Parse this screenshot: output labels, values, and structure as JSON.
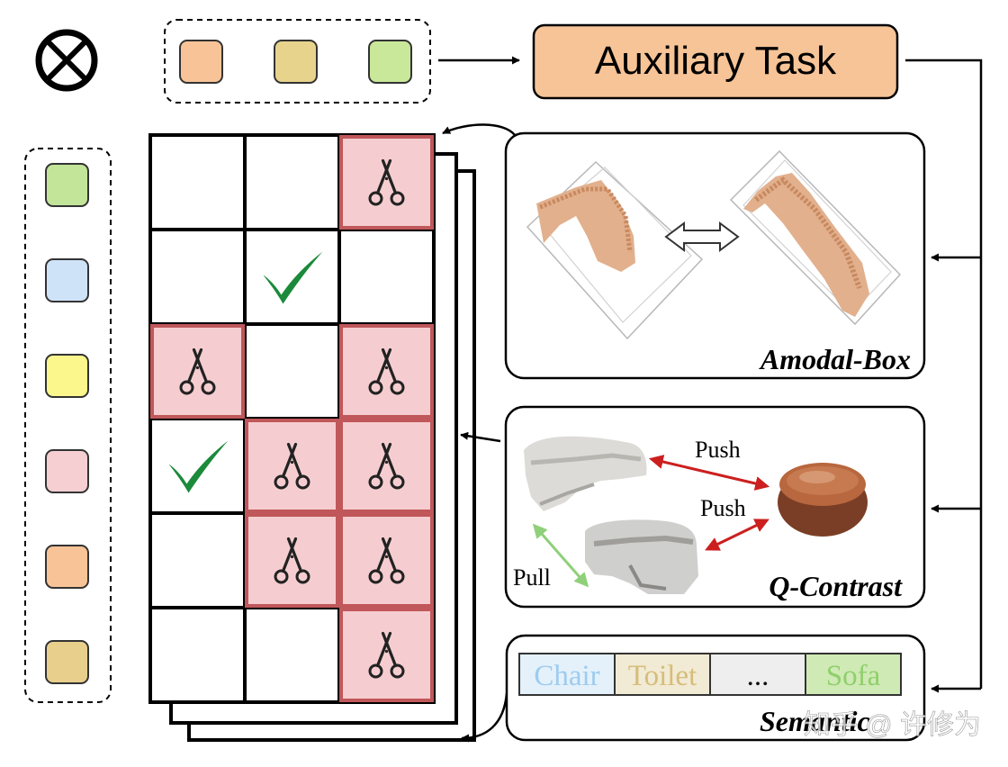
{
  "auxiliary_task": {
    "label": "Auxiliary Task",
    "fill": "#f7c497"
  },
  "top_query_slots": [
    {
      "name": "orange",
      "color": "#f8c497"
    },
    {
      "name": "tan",
      "color": "#e8d38c"
    },
    {
      "name": "green",
      "color": "#c9e89a"
    }
  ],
  "left_query_slots": [
    {
      "name": "green",
      "color": "#c3e59a"
    },
    {
      "name": "blue",
      "color": "#cfe3f8"
    },
    {
      "name": "yellow",
      "color": "#fbf78c"
    },
    {
      "name": "pink",
      "color": "#f6cfd3"
    },
    {
      "name": "orange",
      "color": "#f8c497"
    },
    {
      "name": "tan",
      "color": "#e8d08c"
    }
  ],
  "matching_grid": {
    "rows": 6,
    "cols": 3,
    "cells": [
      [
        "empty",
        "empty",
        "cut"
      ],
      [
        "empty",
        "match",
        "empty"
      ],
      [
        "cut",
        "empty",
        "cut"
      ],
      [
        "match",
        "cut",
        "cut"
      ],
      [
        "empty",
        "cut",
        "cut"
      ],
      [
        "empty",
        "empty",
        "cut"
      ]
    ],
    "cut_fill": "#f5cdd0",
    "cut_border": "#c0575a",
    "match_color": "#1b8a3a"
  },
  "panels": {
    "amodal_box": {
      "label": "Amodal-Box"
    },
    "q_contrast": {
      "label": "Q-Contrast",
      "push_label_1": "Push",
      "push_label_2": "Push",
      "pull_label": "Pull",
      "push_color": "#cc1f1f",
      "pull_color": "#8fd07a"
    },
    "semantic": {
      "label": "Semantic",
      "classes": [
        {
          "name": "Chair",
          "fill": "#e4f1fb",
          "text_color": "#9ecbee"
        },
        {
          "name": "Toilet",
          "fill": "#f1ead4",
          "text_color": "#d6bd7a"
        },
        {
          "name": "...",
          "fill": "#eeeeee",
          "text_color": "#111111"
        },
        {
          "name": "Sofa",
          "fill": "#cfeab4",
          "text_color": "#8fcf6c"
        }
      ]
    }
  },
  "watermark": "知乎 @ 许修为"
}
